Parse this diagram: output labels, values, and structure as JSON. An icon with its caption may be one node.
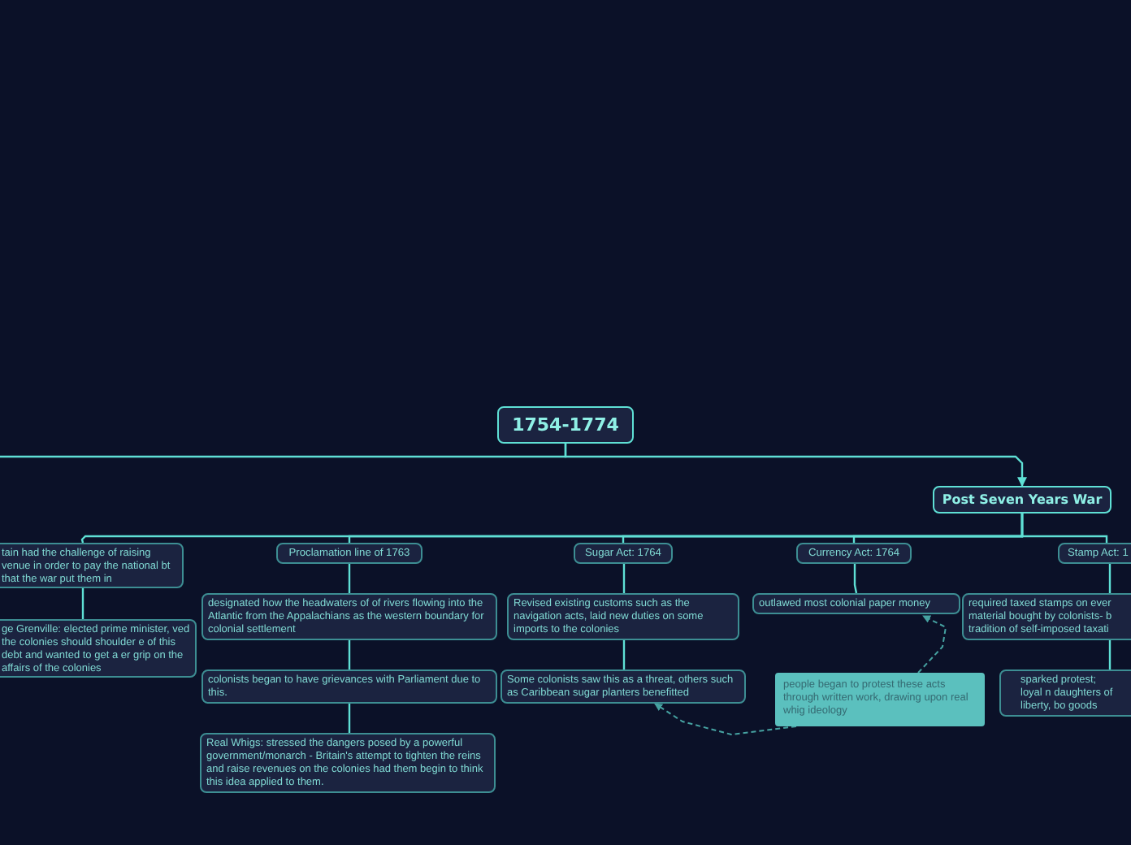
{
  "diagram": {
    "nodes": [
      {
        "text": [
          "1754-1774"
        ]
      },
      {
        "text": [
          "Post Seven Years War"
        ]
      },
      {
        "text": [
          "tain had the challenge of raising venue in order to pay the national bt that the war put them in"
        ]
      },
      {
        "text": [
          "ge Grenville: elected prime minister, ved the colonies should shoulder e of this debt and wanted to get a er grip on the affairs of the colonies"
        ]
      },
      {
        "text": [
          "Proclamation line of 1763"
        ]
      },
      {
        "text": [
          "designated how the headwaters of of rivers flowing into the Atlantic from the Appalachians as the western boundary for colonial settlement"
        ]
      },
      {
        "text": [
          "colonists began to have grievances with Parliament due to this."
        ]
      },
      {
        "text": [
          "Real Whigs: stressed the dangers posed by a powerful government/monarch - Britain's attempt to tighten the reins and raise revenues on the colonies had them begin to think this idea applied to them."
        ]
      },
      {
        "text": [
          "Sugar Act: 1764"
        ]
      },
      {
        "text": [
          "Revised existing customs such as the navigation acts, laid new duties on some imports to the colonies"
        ]
      },
      {
        "text": [
          "Some colonists saw this as a threat, others such as Caribbean sugar planters benefitted"
        ]
      },
      {
        "text": [
          "Currency Act: 1764"
        ]
      },
      {
        "text": [
          "outlawed most colonial paper money"
        ]
      },
      {
        "text": [
          "Stamp Act: 1"
        ]
      },
      {
        "text": [
          "required taxed stamps on ever material bought by colonists- b tradition of self-imposed taxati"
        ]
      },
      {
        "text": [
          "sparked protest; loyal n daughters of liberty, bo goods"
        ]
      },
      {
        "text": [
          "people began to protest these acts through written work, drawing upon real whig ideology"
        ]
      }
    ],
    "edges": [
      {
        "from": 0,
        "to": null,
        "arrow": "none"
      },
      {
        "from": 0,
        "to": 1,
        "arrow": "to"
      },
      {
        "from": 1,
        "to": 2,
        "arrow": "none"
      },
      {
        "from": 1,
        "to": 4,
        "arrow": "none"
      },
      {
        "from": 1,
        "to": 8,
        "arrow": "none"
      },
      {
        "from": 1,
        "to": 11,
        "arrow": "none"
      },
      {
        "from": 1,
        "to": 13,
        "arrow": "none"
      },
      {
        "from": 2,
        "to": 3,
        "arrow": "none"
      },
      {
        "from": 4,
        "to": 5,
        "arrow": "none"
      },
      {
        "from": 5,
        "to": 6,
        "arrow": "none"
      },
      {
        "from": 6,
        "to": 7,
        "arrow": "none"
      },
      {
        "from": 8,
        "to": 9,
        "arrow": "none"
      },
      {
        "from": 9,
        "to": 10,
        "arrow": "none"
      },
      {
        "from": 11,
        "to": 12,
        "arrow": "none"
      },
      {
        "from": 13,
        "to": 14,
        "arrow": "none"
      },
      {
        "from": 14,
        "to": 15,
        "arrow": "none"
      },
      {
        "from": 16,
        "to": 12,
        "arrow": "to",
        "style": "dashed"
      },
      {
        "from": 16,
        "to": 10,
        "arrow": "to",
        "style": "dashed"
      }
    ]
  }
}
